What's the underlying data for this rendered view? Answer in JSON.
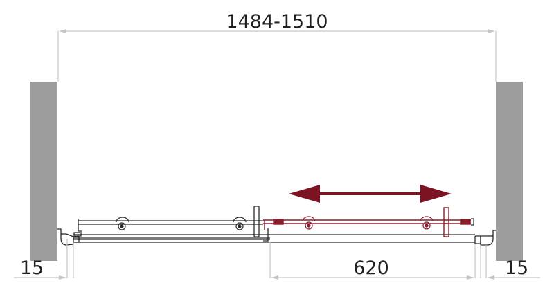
{
  "diagram": {
    "title": "Sliding shower door top view",
    "dimensions": {
      "overall_width": "1484-1510",
      "left_wall_offset": "15",
      "door_opening": "620",
      "right_wall_offset": "15"
    },
    "colors": {
      "wall": "#9d9d9d",
      "dimension_line": "#c8c8c8",
      "outline": "#2b2b2b",
      "moving_panel": "#8a1c2b",
      "text": "#231f20"
    },
    "components": {
      "fixed_panel": "fixed glass panel",
      "sliding_panel": "sliding glass panel",
      "motion_arrow": "sliding direction"
    }
  }
}
